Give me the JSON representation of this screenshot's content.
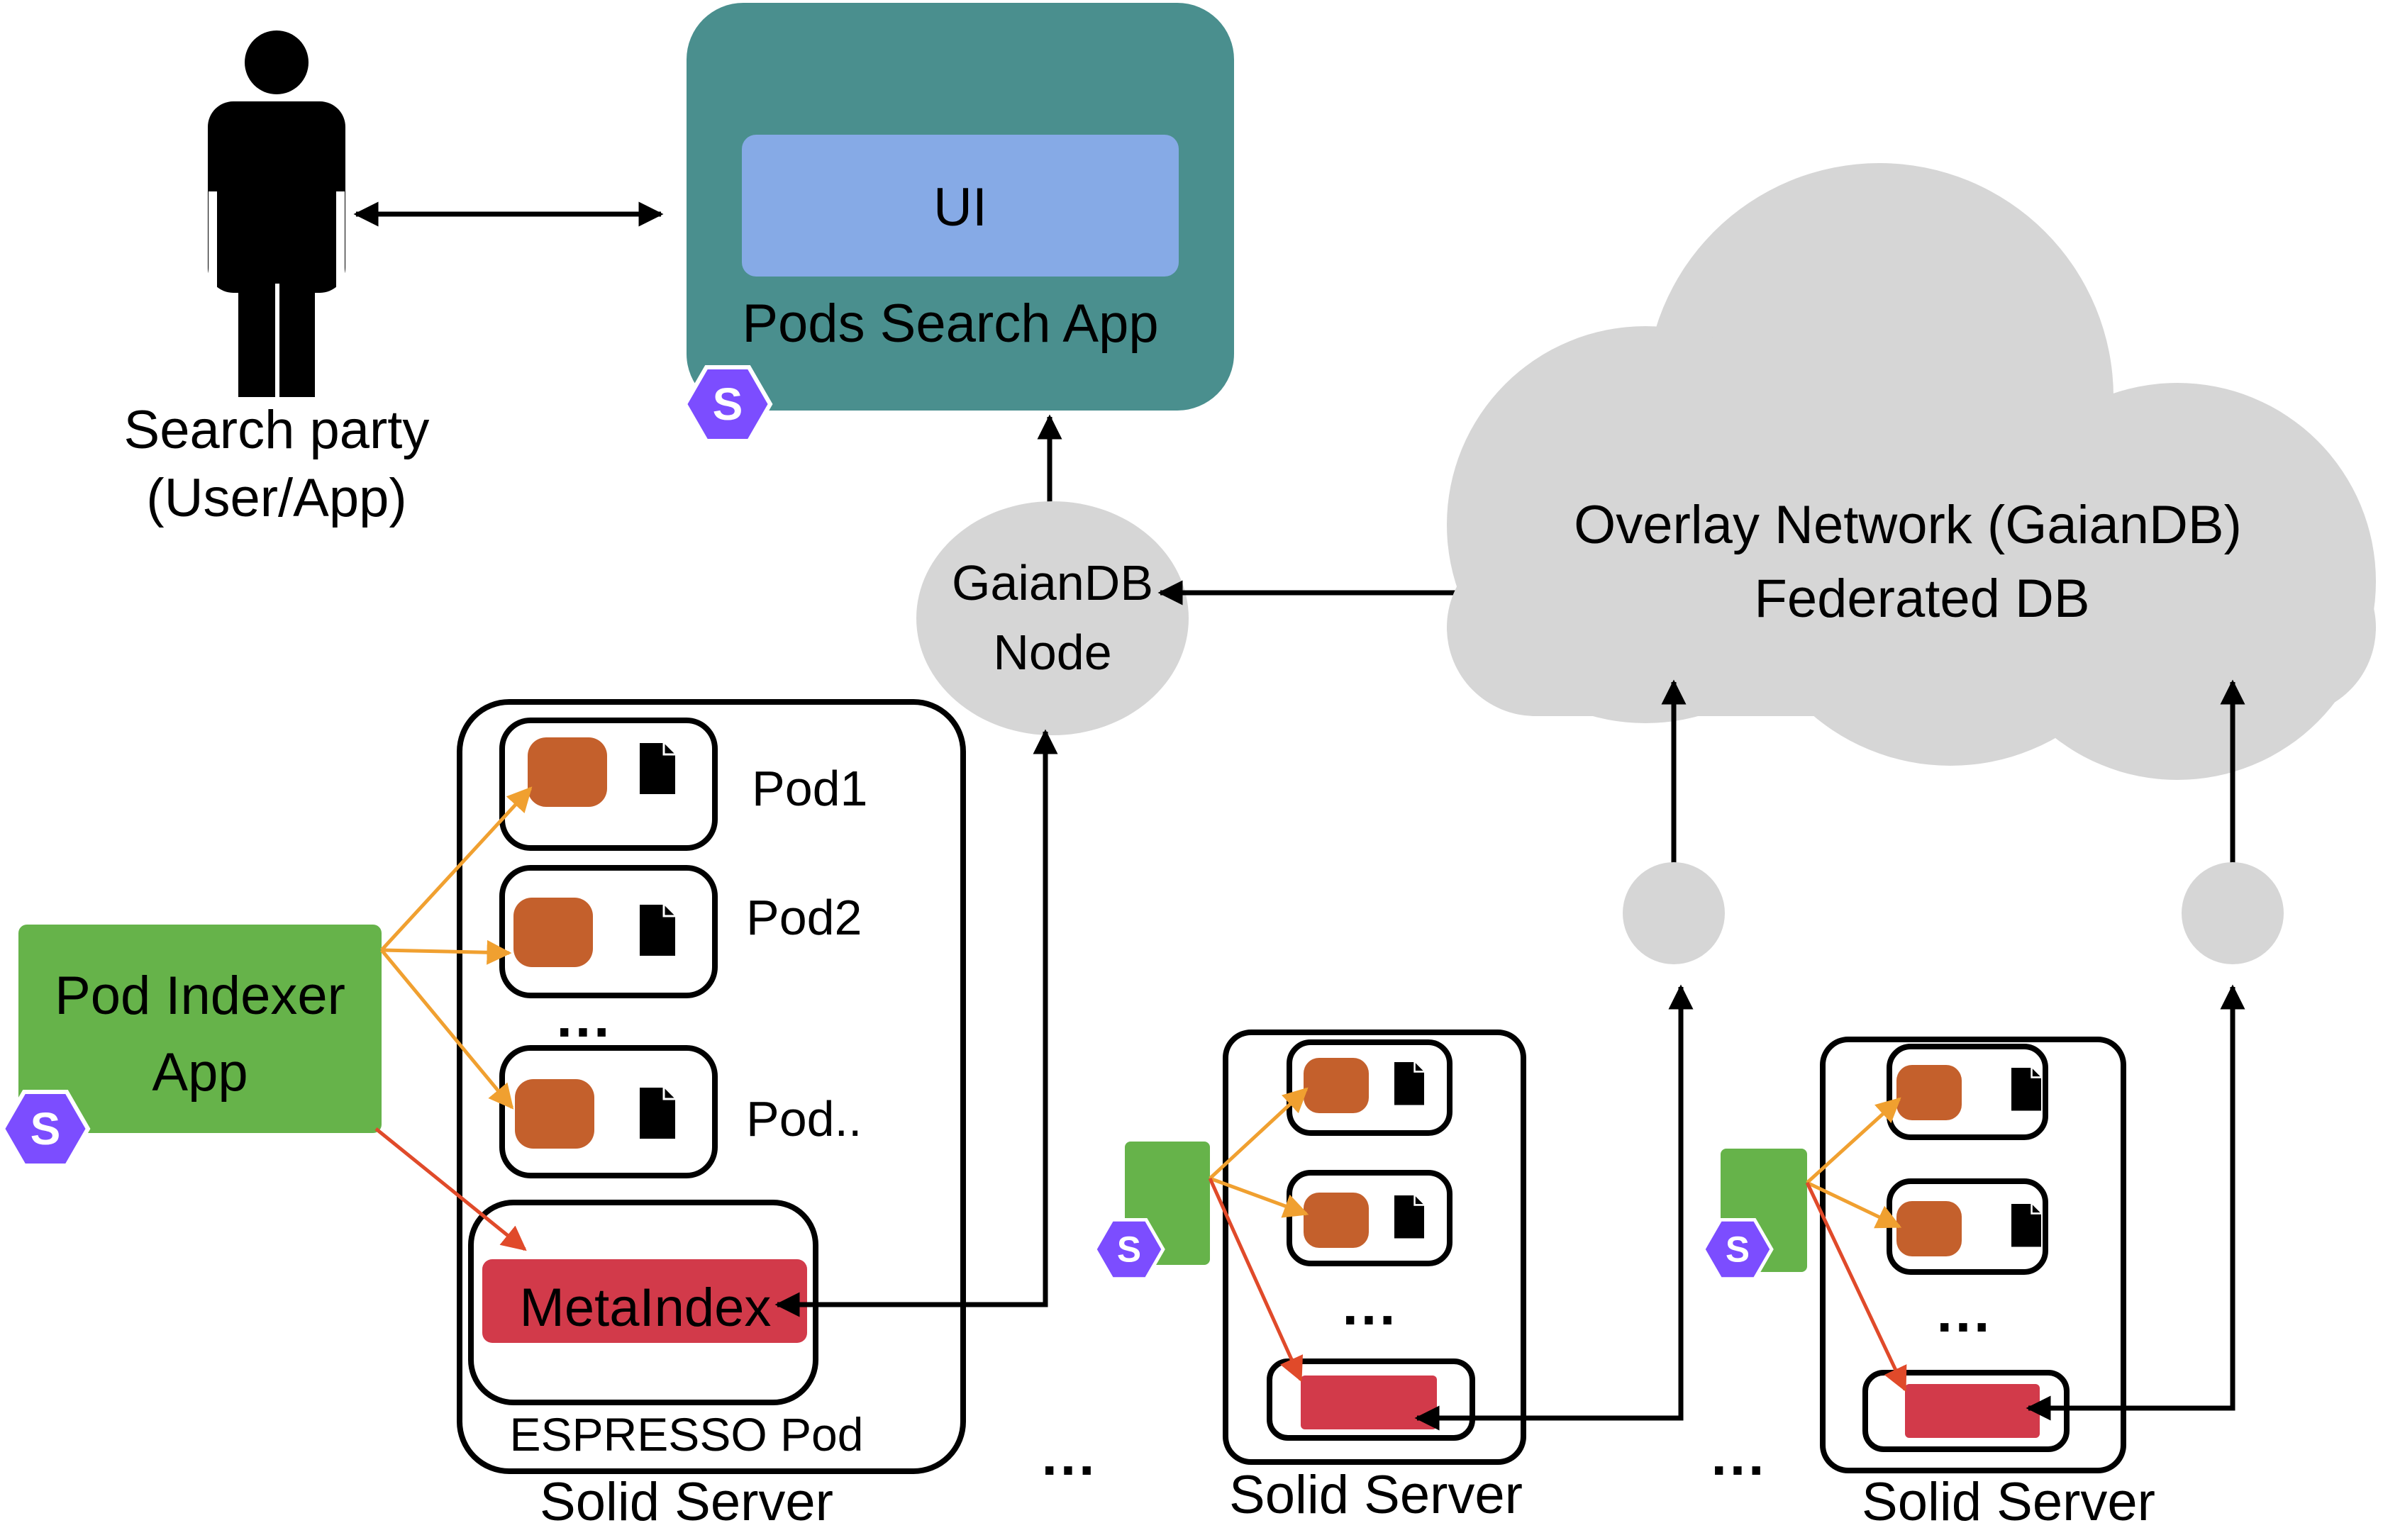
{
  "user": {
    "label_line1": "Search party",
    "label_line2": "(User/App)"
  },
  "search_app": {
    "ui_label": "UI",
    "title": "Pods Search App"
  },
  "gaian_node": {
    "line1": "GaianDB",
    "line2": "Node"
  },
  "overlay": {
    "line1": "Overlay Network (GaianDB)",
    "line2": "Federated DB"
  },
  "indexer": {
    "line1": "Pod Indexer",
    "line2": "App"
  },
  "espresso_server": {
    "pods": [
      "Pod1",
      "Pod2",
      "Pod.."
    ],
    "ellipsis": "...",
    "metaindex": "MetaIndex",
    "pod_label": "ESPRESSO Pod",
    "server_label": "Solid Server"
  },
  "server2": {
    "ellipsis": "...",
    "label": "Solid Server"
  },
  "server3": {
    "ellipsis": "...",
    "label": "Solid Server"
  },
  "between_dots": [
    "...",
    "..."
  ],
  "solid_logo_letter": "S",
  "colors": {
    "app_teal": "#4A8F8E",
    "ui_blue": "#86AAE6",
    "cloud_gray": "#D6D6D6",
    "indexer_green": "#66B34A",
    "pod_orange": "#C4602C",
    "metaindex_red": "#D23A4A",
    "arrow_orange": "#F0A030",
    "arrow_red": "#E04A2A",
    "solid_purple": "#7C4DFF"
  }
}
